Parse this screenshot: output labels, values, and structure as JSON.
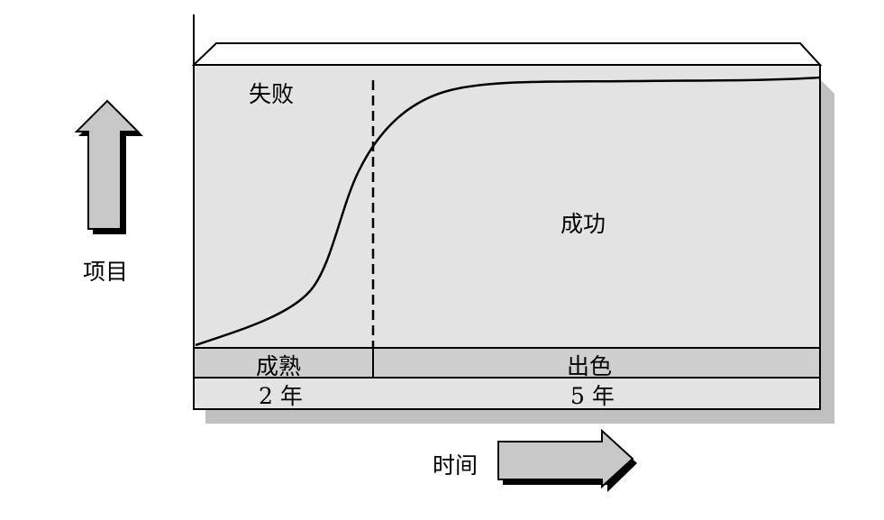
{
  "labels": {
    "failure": "失败",
    "success": "成功",
    "project": "项目",
    "time": "时间",
    "mature": "成熟",
    "excellent": "出色",
    "years_2": "2 年",
    "years_5": "5 年"
  },
  "colors": {
    "panel_fill": "#e3e3e3",
    "band_fill": "#cfcfcf",
    "shadow": "#c0c0c0",
    "arrow_fill": "#c8c8c8",
    "stroke": "#000000",
    "background": "#ffffff"
  }
}
